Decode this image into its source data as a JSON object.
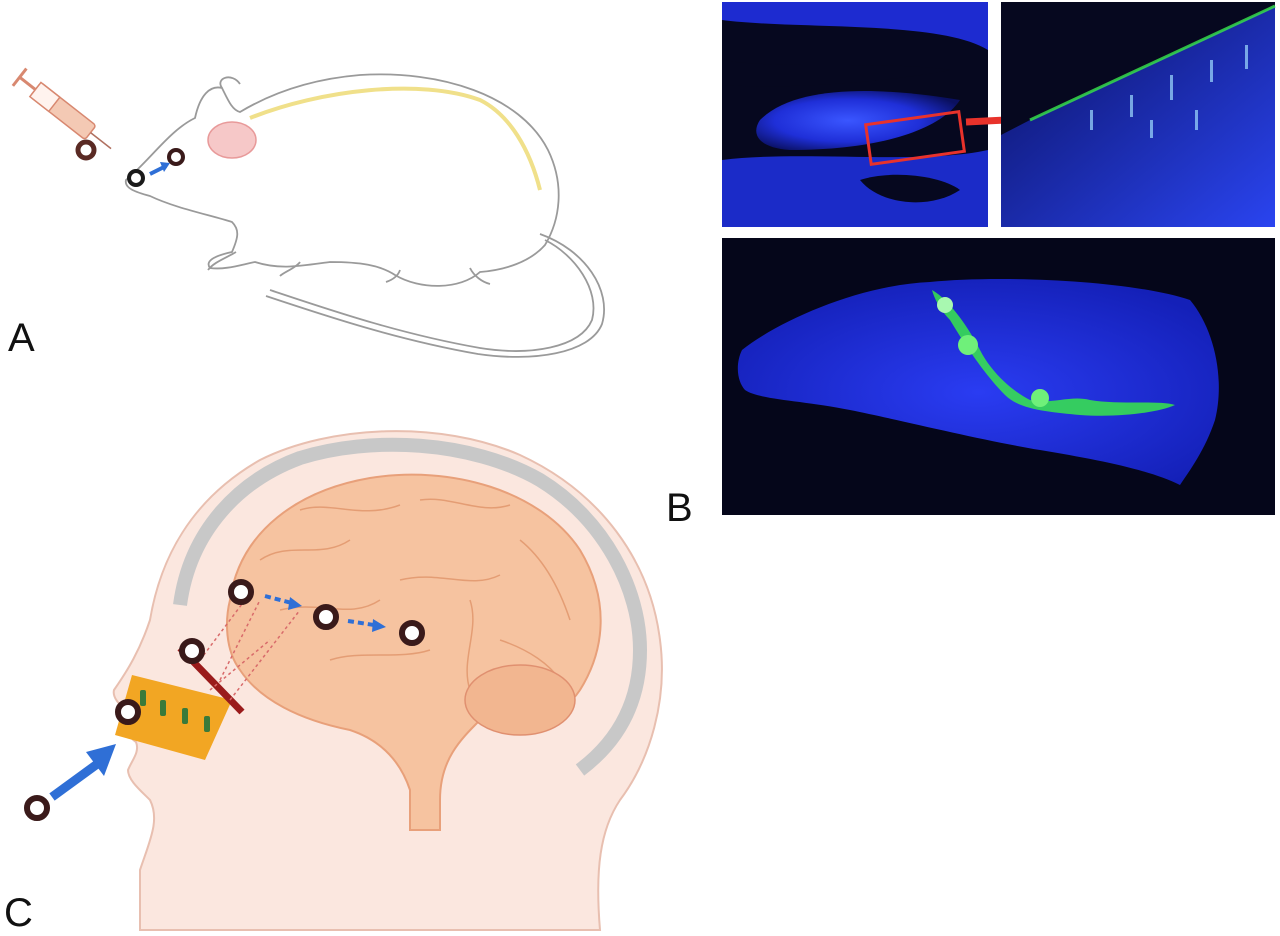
{
  "panels": {
    "a": {
      "label": "A"
    },
    "b": {
      "label": "B"
    },
    "c": {
      "label": "C"
    }
  },
  "colors": {
    "fluorescent_blue": "#1f2fd8",
    "fluorescent_green": "#38e84a",
    "highlight_red": "#e8322b",
    "arrow_blue": "#2f6fd6",
    "brain_tissue": "#f6c3a0",
    "skin": "#fbe7df",
    "olfactory_epithelium": "#f2a623"
  },
  "icons": [
    "syringe-icon",
    "particle-icon",
    "flow-arrow-icon"
  ]
}
